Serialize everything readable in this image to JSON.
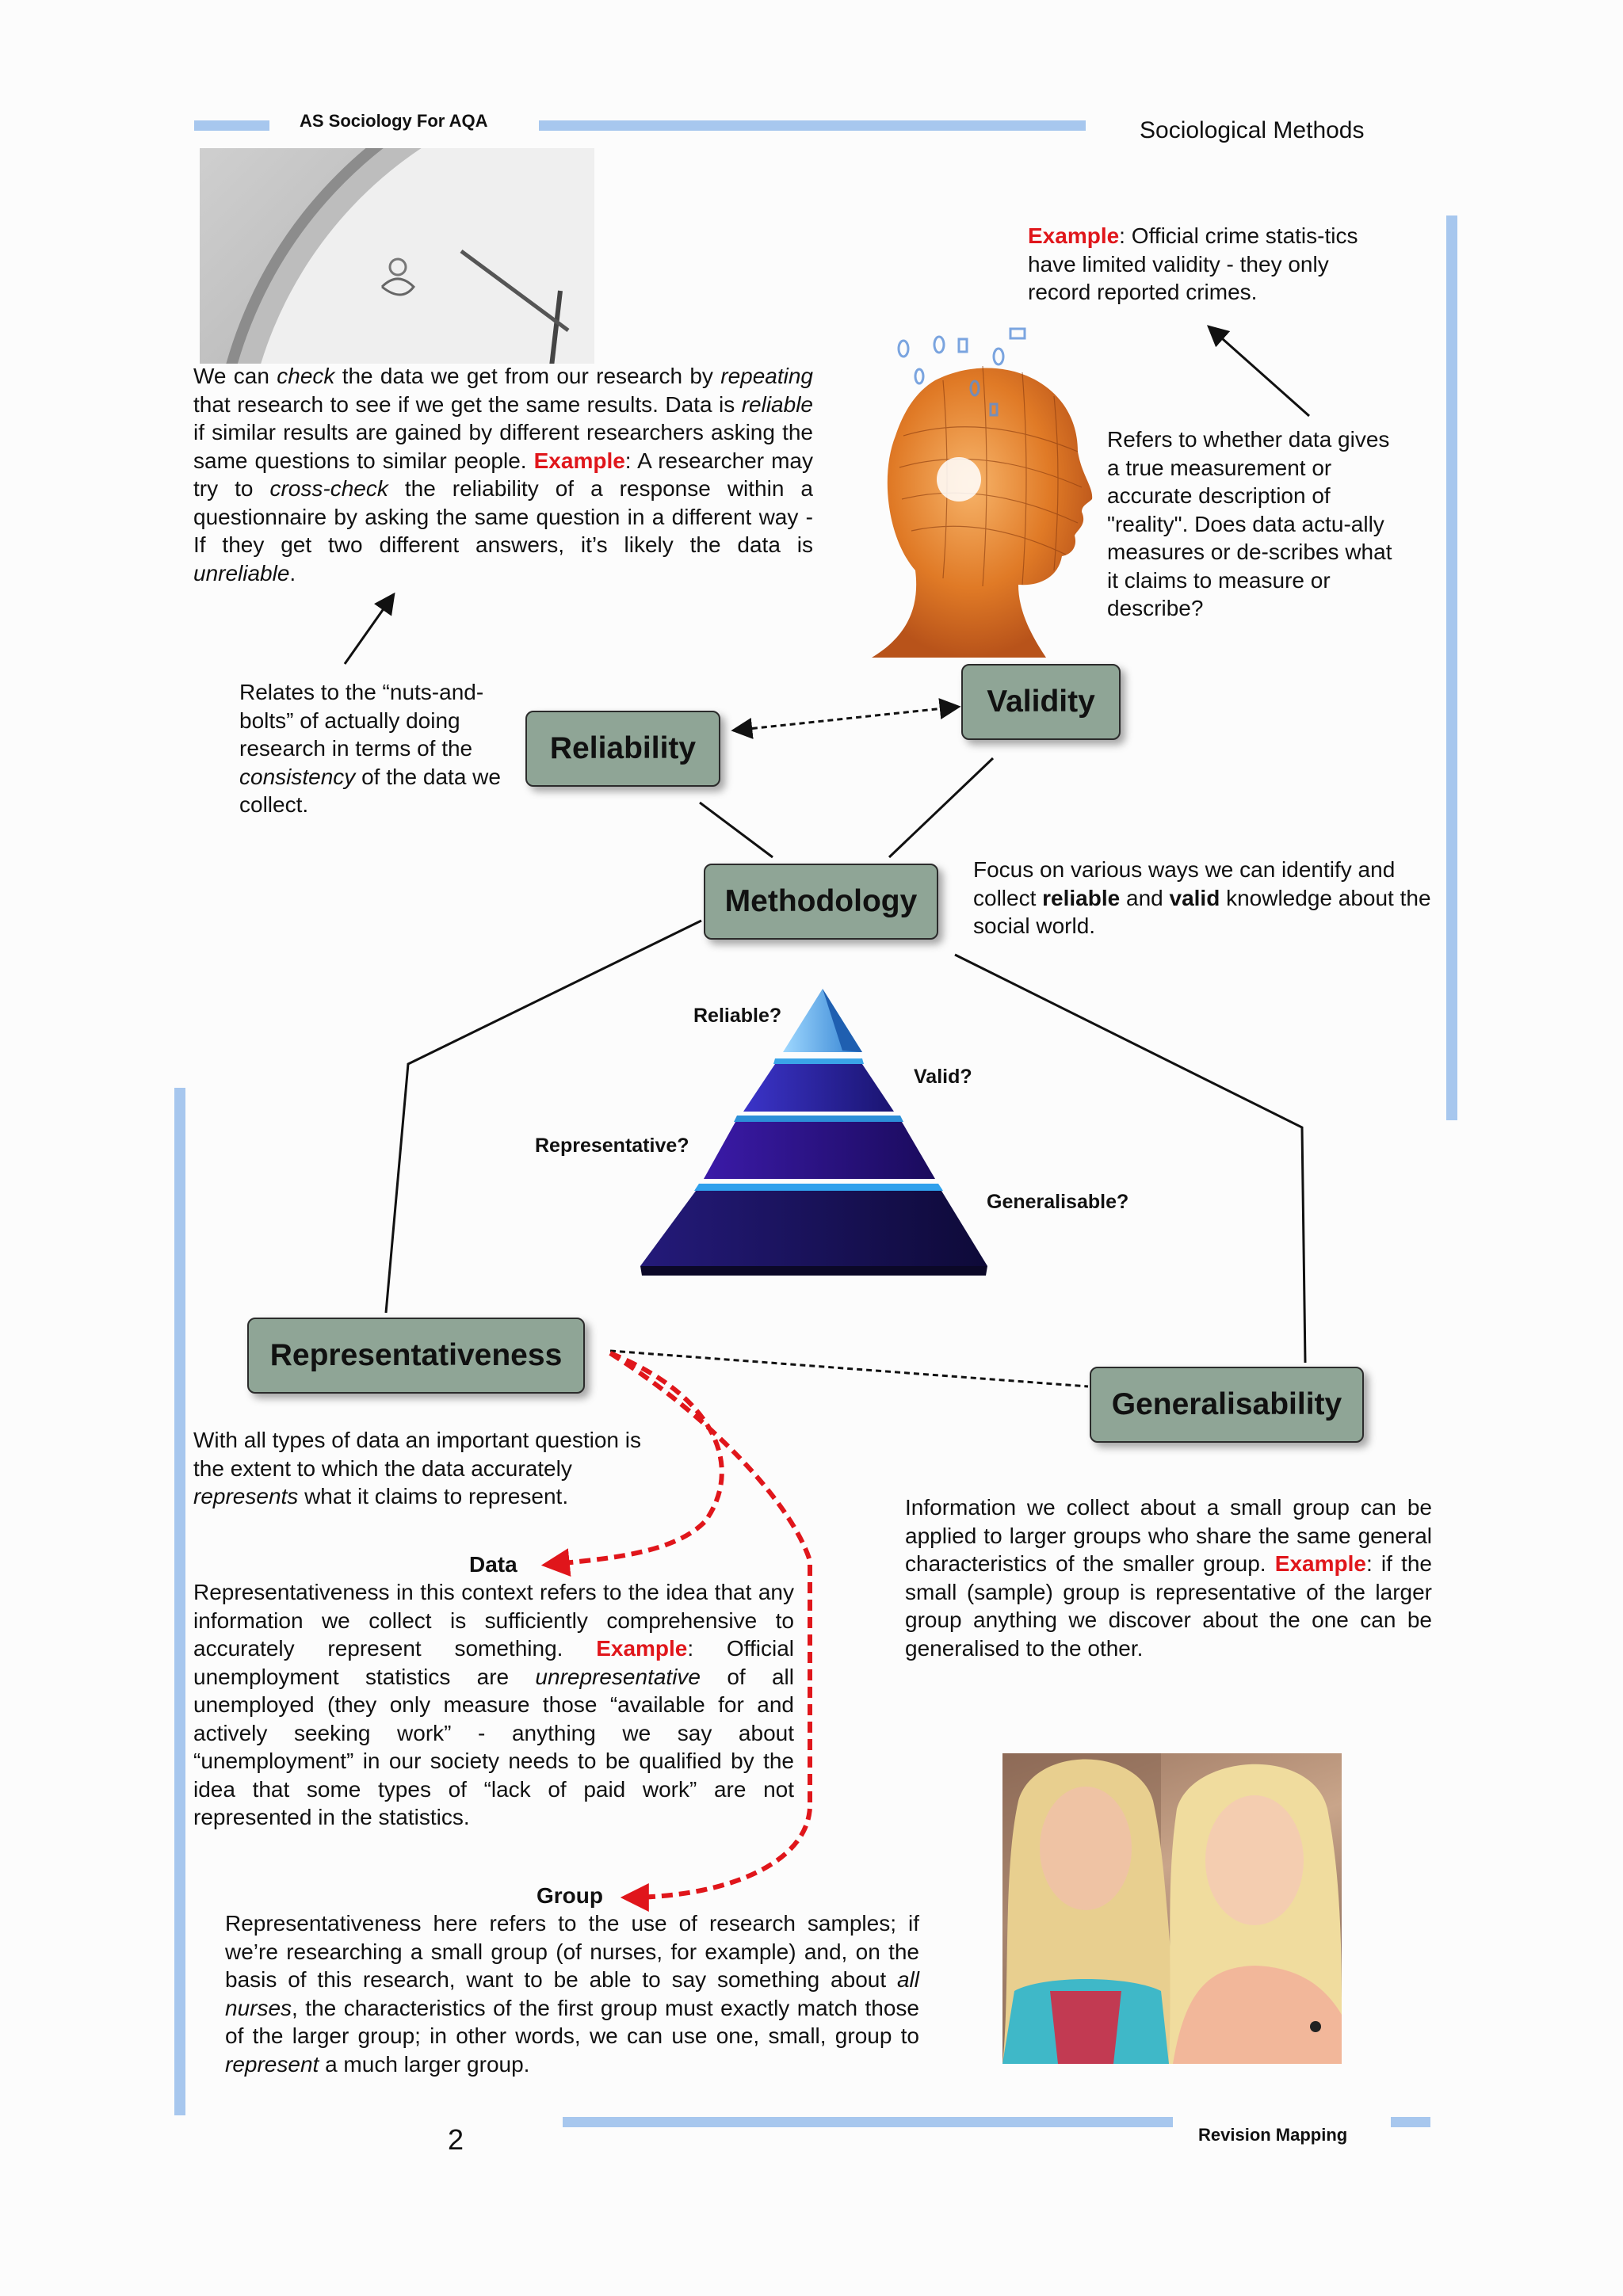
{
  "header": {
    "left_title": "AS Sociology For AQA",
    "right_title": "Sociological Methods"
  },
  "footer": {
    "page_number": "2",
    "right_label": "Revision Mapping"
  },
  "reliability_text": {
    "we_can": "We can ",
    "check": "check",
    "line1_rest": " the data we get from our research by",
    "repeating": "repeating",
    "line2_rest": " that research to see if we get the same results.",
    "data_is": "Data is ",
    "reliable": "reliable",
    "line3_rest": " if similar results are gained by different researchers asking the same questions to similar people.",
    "example": "Example",
    "example_pre": ": A researcher may try to ",
    "cross_check": "cross-check",
    "example_mid": " the reliability of a response within a questionnaire by asking the same question in a different way - If they get two different answers, it’s likely the data is ",
    "unreliable": "unreliable",
    "end": "."
  },
  "reliability_desc": {
    "before": "Relates to the “nuts-and-bolts” of actually doing research in terms of the ",
    "consistency": "consistency",
    "after": " of the data we collect."
  },
  "validity_example": {
    "example": "Example",
    "text": ": Official crime statis-tics have limited validity - they only record reported crimes."
  },
  "validity_desc": "Refers to whether data gives a true measurement or accurate description of \"reality\". Does data actu-ally measures or de-scribes what it claims to measure or describe?",
  "nodes": {
    "reliability": "Reliability",
    "validity": "Validity",
    "methodology": "Methodology",
    "representativeness": "Representativeness",
    "generalisability": "Generalisability"
  },
  "methodology_desc": {
    "before": "Focus on various ways we can identify and collect ",
    "reliable": "reliable",
    "and": " and ",
    "valid": "valid",
    "after": " knowledge about the social world."
  },
  "pyramid_labels": {
    "reliable": "Reliable?",
    "valid": "Valid?",
    "representative": "Representative?",
    "generalisable": "Generalisable?"
  },
  "representativeness_desc": {
    "before": "With all types of data an important question is the extent to which the data accurately ",
    "represents": "represents",
    "after": " what it claims to represent."
  },
  "data_section": {
    "heading": "Data",
    "body": "Representativeness in this context refers to the idea that any information we collect is sufficiently comprehensive to accurately represent something.",
    "example": "Example",
    "example_pre": ": Official unemployment statistics are ",
    "unrepresentative": "unrepresentative",
    "example_rest": " of all unemployed (they only measure those “available for and actively seeking work” - anything we say about “unemployment” in our society needs to be qualified by the idea that some types of “lack of paid work” are not represented in the statistics."
  },
  "group_section": {
    "heading": "Group",
    "before": "Representativeness here refers to the use of research samples; if we’re researching a small group (of nurses, for example) and, on the basis of this research, want to be able to say something about ",
    "all_nurses": "all nurses",
    "middle": ", the characteristics of the first group must exactly match those of the larger group; in other words, we can use one, small, group to ",
    "represent": "represent",
    "after": " a much larger group."
  },
  "generalisability_desc": {
    "body": "Information we collect about a small group can be applied to larger groups who share the same general characteristics of the smaller group.",
    "example": "Example",
    "example_rest": ": if the small (sample) group is representative of the larger group anything we discover about the one can be generalised to the other."
  },
  "colors": {
    "accent_bar": "#a7c7ee",
    "node_fill": "#8fa596",
    "example_red": "#e0161b",
    "dashed_arrow_red": "#e0161b"
  }
}
